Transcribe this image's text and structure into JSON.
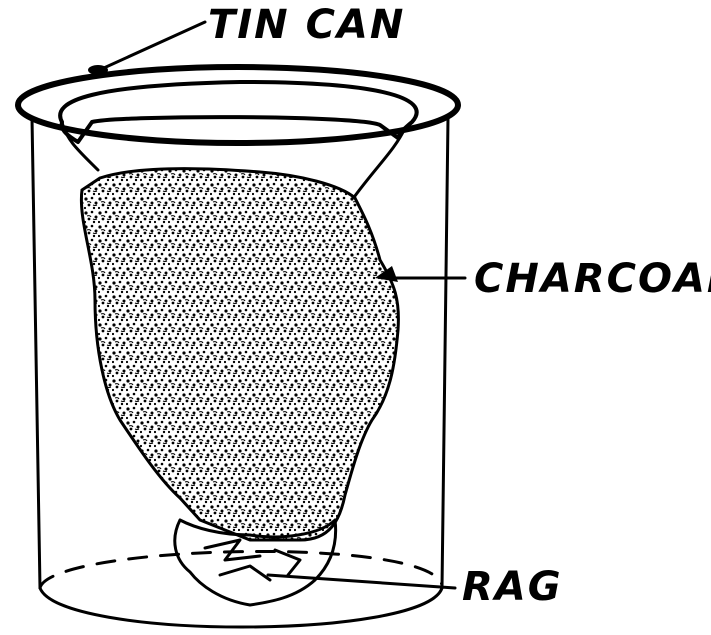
{
  "diagram": {
    "labels": {
      "tin_can": "TIN CAN",
      "charcoal": "CHARCOAL",
      "rag": "RAG"
    },
    "colors": {
      "ink": "#000000",
      "paper": "#ffffff"
    }
  }
}
